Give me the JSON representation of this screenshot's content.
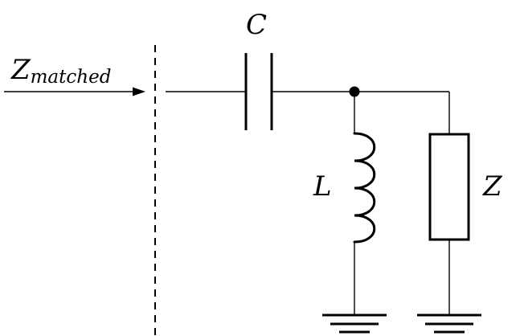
{
  "labels": {
    "input": "Z",
    "input_subscript": "matched",
    "capacitor": "C",
    "inductor": "L",
    "load": "Z"
  }
}
